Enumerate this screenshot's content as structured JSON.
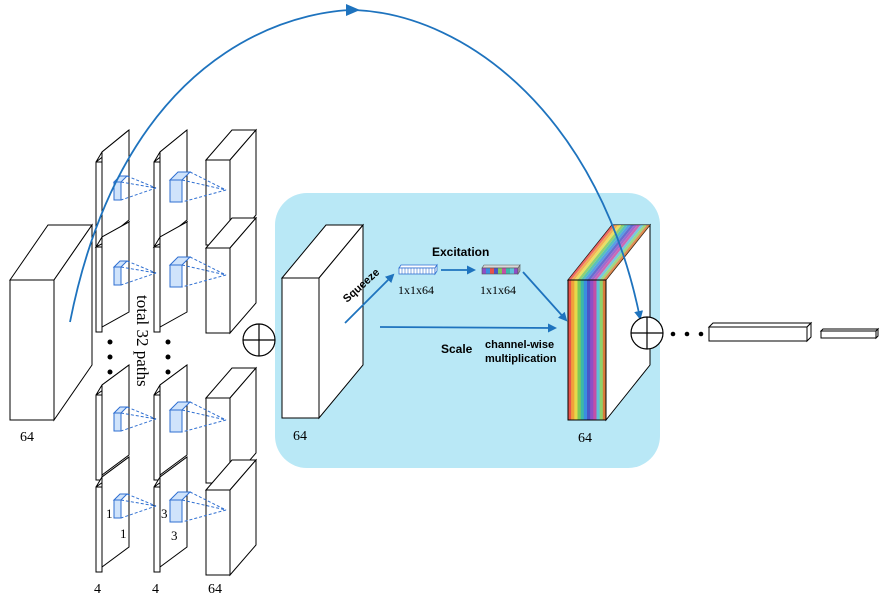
{
  "labels": {
    "input_channels": "64",
    "paths_text": "total 32 paths",
    "col1_channels": "4",
    "col2_channels": "4",
    "col3_channels": "64",
    "kernel_1a": "1",
    "kernel_1b": "1",
    "kernel_3a": "3",
    "kernel_3b": "3",
    "se_input_channels": "64",
    "se_output_channels": "64",
    "squeeze": "Squeeze",
    "excitation": "Excitation",
    "squeeze_dims": "1x1x64",
    "excitation_dims": "1x1x64",
    "scale": "Scale",
    "channel_wise_line1": "channel-wise",
    "channel_wise_line2": "multiplication"
  },
  "colors": {
    "se_panel": "#b9e8f6",
    "arrow": "#1e73be",
    "kernel_dash": "#2f6fd1",
    "stripes": [
      "#e8534a",
      "#f0a23a",
      "#e6d84a",
      "#7cc95a",
      "#3cb8a8",
      "#3a8ee0",
      "#4a56c8",
      "#8e4fc6",
      "#c24fa8",
      "#5fc0d8",
      "#8fd06a",
      "#d87a3a"
    ]
  }
}
